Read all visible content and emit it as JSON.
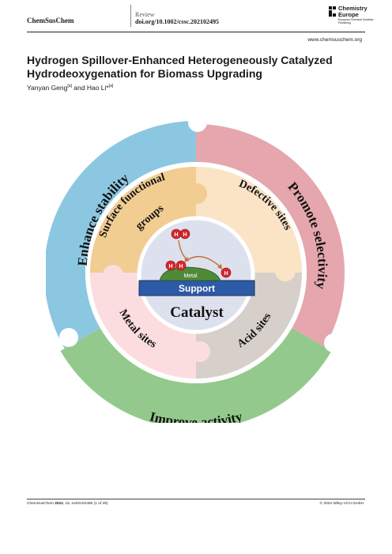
{
  "header": {
    "journal": "ChemSusChem",
    "article_type": "Review",
    "doi": "doi.org/10.1002/cssc.202102495",
    "publisher_logo": {
      "line1": "Chemistry",
      "line2": "Europe",
      "tagline": "European Chemical Societies Publishing"
    },
    "website": "www.chemsuschem.org"
  },
  "article": {
    "title": "Hydrogen Spillover-Enhanced Heterogeneously Catalyzed Hydrodeoxygenation for Biomass Upgrading",
    "author1": "Yanyan Geng",
    "author1_aff": "[a]",
    "conj": " and ",
    "author2": "Hao Li*",
    "author2_aff": "[a]"
  },
  "figure": {
    "outer_ring": {
      "left": "Enhance stability",
      "right": "Promote selectivity",
      "bottom": "Improve activity"
    },
    "inner_ring": {
      "top_left": "Surface functional groups",
      "top_left_line1": "Surface functional",
      "top_left_line2": "groups",
      "top_right": "Defective sites",
      "bottom_left": "Metal sites",
      "bottom_right": "Acid sites"
    },
    "center": {
      "hydrogen_symbol": "H",
      "metal_label": "Metal",
      "support_label": "Support",
      "caption": "Catalyst"
    },
    "colors": {
      "blue": "#8cc7e2",
      "pink": "#e5a6ae",
      "green": "#93c98d",
      "orange": "#f1cd92",
      "peach": "#fbe3c6",
      "light_pink": "#fbdde0",
      "grey": "#d7d0ca",
      "center": "#dde0ed",
      "support": "#2d5aa6",
      "metal": "#4f8a38",
      "hydrogen": "#d9262d"
    }
  },
  "footer": {
    "citation_journal": "ChemSusChem",
    "citation_year": "2022",
    "citation_rest": ", 15, e202102495 (1 of 29)",
    "copyright": "© 2022 Wiley-VCH GmbH"
  }
}
